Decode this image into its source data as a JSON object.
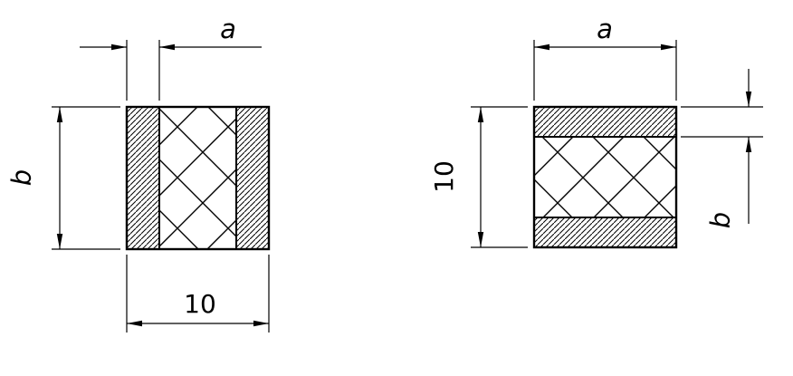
{
  "drawing": {
    "bg_color": "#ffffff",
    "ink_color": "#000000",
    "left_figure": {
      "top_dim_label": "a",
      "left_dim_label": "b",
      "bottom_dim_label": "10"
    },
    "right_figure": {
      "top_dim_label": "a",
      "left_dim_label": "10",
      "right_dim_label": "b"
    }
  }
}
